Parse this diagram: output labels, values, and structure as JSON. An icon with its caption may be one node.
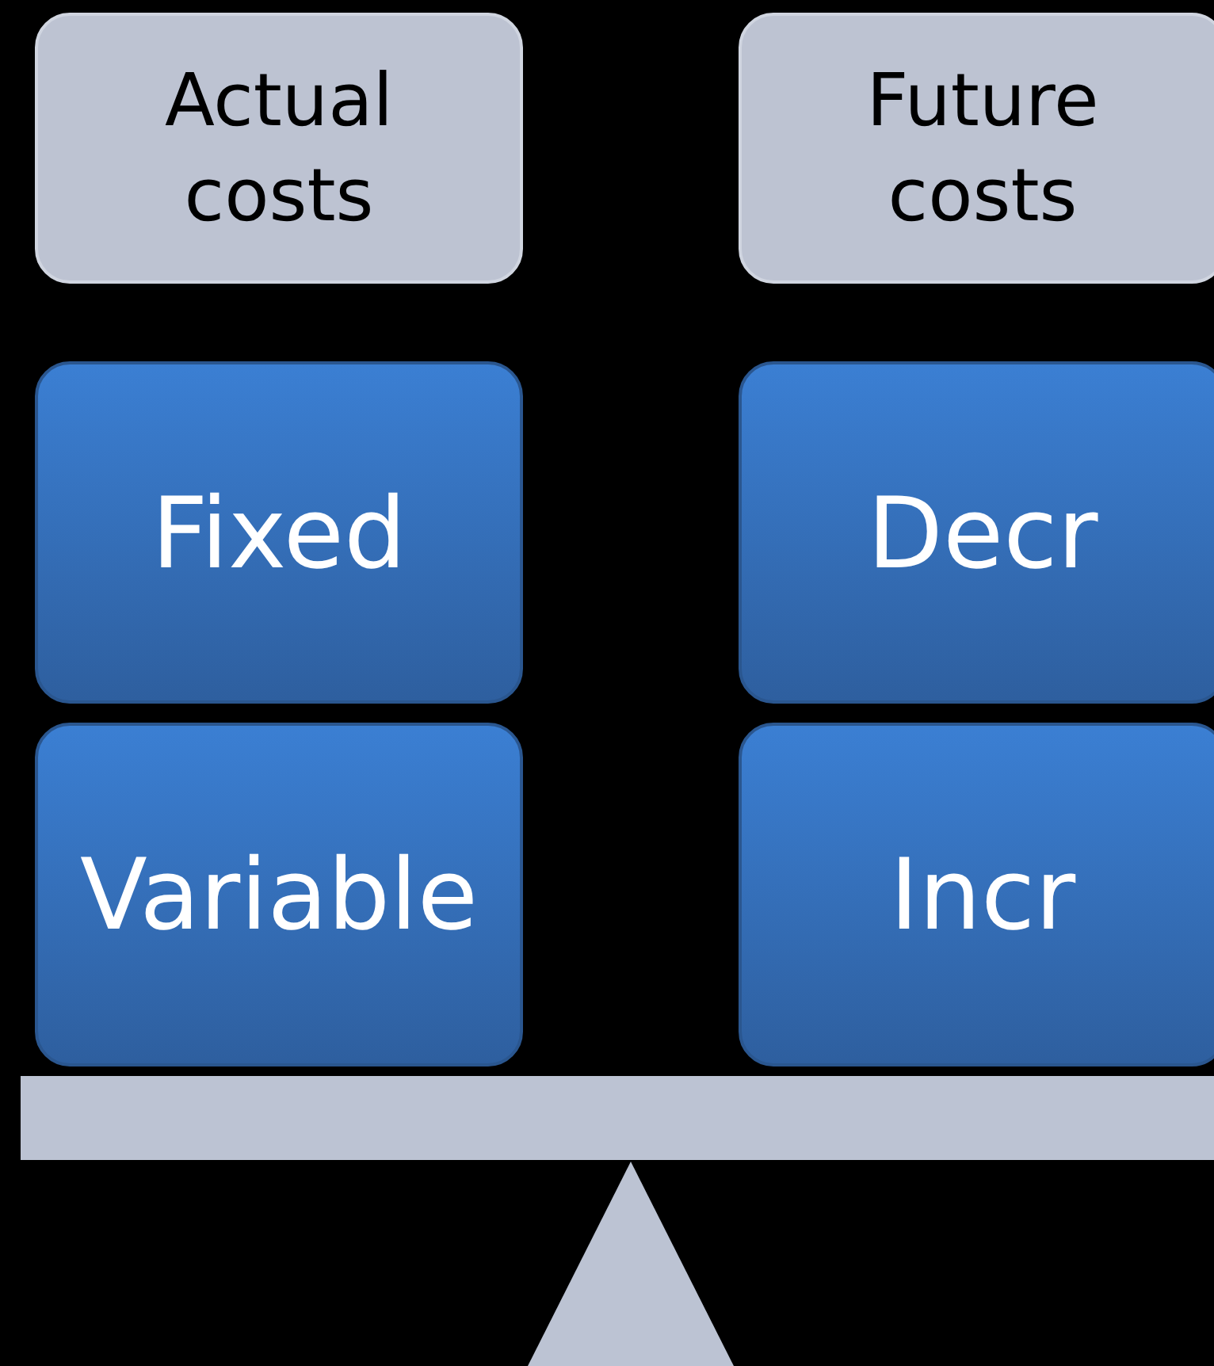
{
  "diagram": {
    "nodes": [
      {
        "text": [
          "Actual costs"
        ]
      },
      {
        "text": [
          "Future costs"
        ]
      },
      {
        "text": [
          "Fixed"
        ]
      },
      {
        "text": [
          "Variable"
        ]
      },
      {
        "text": [
          "Decr"
        ]
      },
      {
        "text": [
          "Incr"
        ]
      }
    ]
  }
}
